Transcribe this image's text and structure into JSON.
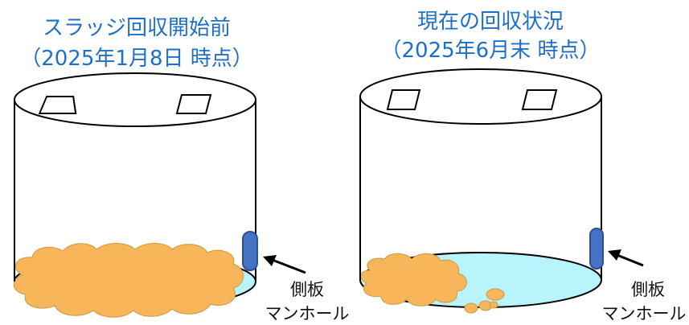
{
  "left_panel": {
    "title_line1": "スラッジ回収開始前",
    "title_line2": "（2025年1月8日 時点）",
    "label_line1": "側板",
    "label_line2": "マンホール"
  },
  "right_panel": {
    "title_line1": "現在の回収状況",
    "title_line2": "（2025年6月末 時点）",
    "label_line1": "側板",
    "label_line2": "マンホール"
  },
  "colors": {
    "title": "#1f6fc9",
    "tank_floor": "#b8f4fb",
    "sludge": "#f7b659",
    "manhole": "#4472c4",
    "outline": "#000000"
  }
}
